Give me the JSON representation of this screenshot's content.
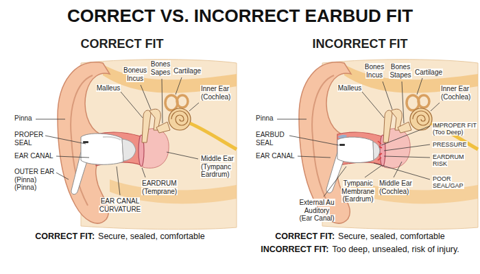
{
  "diagram": {
    "title": "CORRECT VS. INCORRECT EARBUD FIT",
    "labels": [
      "CORRECT FIT",
      "Pinna",
      "PROPER SEAL",
      "EAR CANAL",
      "OUTER EAR (Pinna) (Pinna)",
      "Malleus",
      "Boneus Incus",
      "Bones Sapes",
      "Cartilage",
      "Inner Ear (Cochlea)",
      "Middle Ear (Tympanc Eardrum)",
      "EARDRUM (Temprane)",
      "EAR CANAL CURVATURE",
      "INCORRECT FIT",
      "Pinna",
      "EARBUD SEAL",
      "EAR CANAL",
      "External Au Auditory (Ear Canal)",
      "Malleus",
      "Bones Incus",
      "Bones Stapes",
      "Cartilage",
      "Inner Ear (Cochlea)",
      "IMPROPER FIT (Too Deep)",
      "PRESSURE",
      "EARDRUM RISK",
      "POOR SEAL/GAP",
      "Middle Ear (Cochlea)",
      "Tympanic Membrane (Eardrum)",
      "CORRECT FIT:",
      "Secure, sealed, comfortable",
      "CORRECT FIT:",
      "Secure, sealed, comfortable",
      "INCORRECT FIT:",
      "Too deep, unsealed, risk of injury."
    ]
  }
}
